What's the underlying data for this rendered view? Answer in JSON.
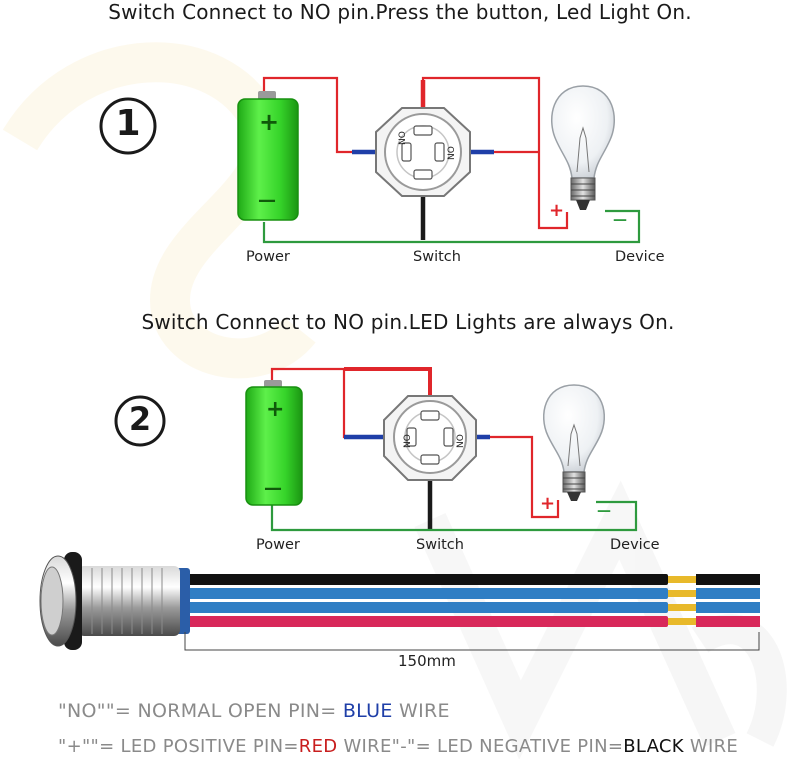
{
  "diagram1": {
    "heading": "Switch Connect to NO pin.Press the button, Led Light On.",
    "number": "1",
    "labels": {
      "power": "Power",
      "switch": "Switch",
      "device": "Device"
    }
  },
  "diagram2": {
    "heading": "Switch Connect to NO pin.LED Lights are always On.",
    "number": "2",
    "labels": {
      "power": "Power",
      "switch": "Switch",
      "device": "Device"
    }
  },
  "battery": {
    "plus": "+",
    "minus": "—"
  },
  "bulb": {
    "plus": "+",
    "minus": "—"
  },
  "switch_pins": {
    "left": "NO",
    "right": "NO"
  },
  "product": {
    "length": "150mm"
  },
  "legend": {
    "line1": {
      "a": "\"NO\"\"= NORMAL OPEN PIN= ",
      "b": "BLUE",
      "c": " WIRE"
    },
    "line2": {
      "a": "\"+\"\"= LED POSITIVE PIN=",
      "b": "RED",
      "c": " WIRE\"-\"= LED NEGATIVE PIN=",
      "d": "BLACK",
      "e": " WIRE"
    }
  },
  "colors": {
    "red_wire": "#e0262b",
    "blue_wire": "#1f3fa8",
    "green_wire": "#2e9a3e",
    "black_wire": "#1a1a1a",
    "battery": "#36d42a"
  }
}
